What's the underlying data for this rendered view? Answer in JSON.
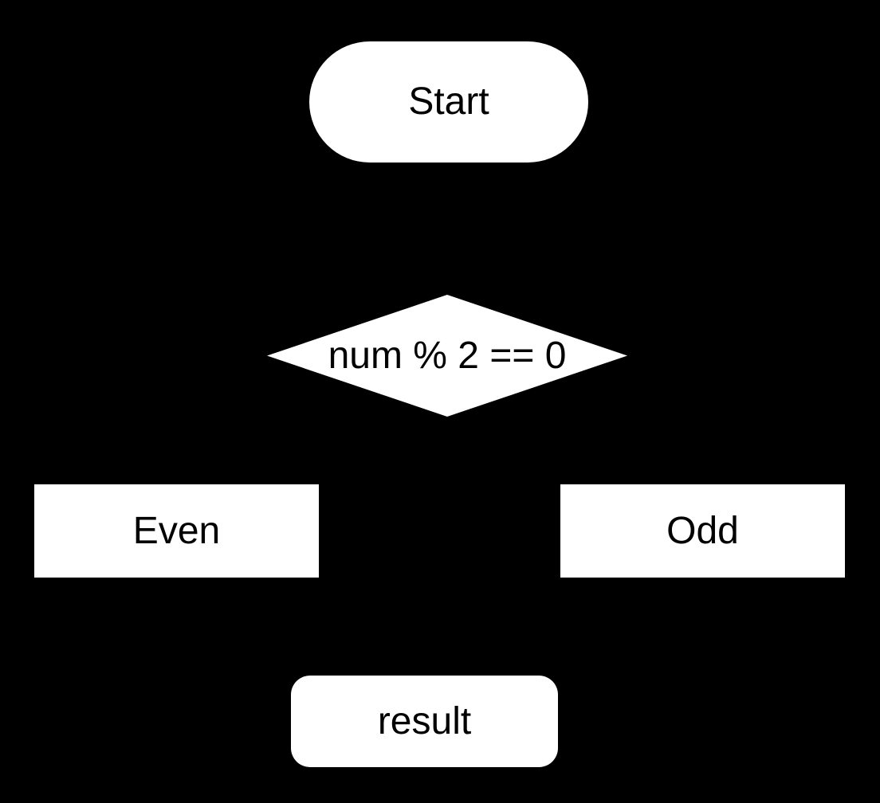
{
  "diagram": {
    "type": "flowchart",
    "background_color": "#000000",
    "node_fill_color": "#ffffff",
    "node_text_color": "#000000",
    "connectors_visible": false,
    "nodes": [
      {
        "id": "start",
        "shape": "stadium",
        "label": "Start"
      },
      {
        "id": "decision",
        "shape": "diamond",
        "label": "num % 2 == 0"
      },
      {
        "id": "even",
        "shape": "rectangle",
        "label": "Even"
      },
      {
        "id": "odd",
        "shape": "rectangle",
        "label": "Odd"
      },
      {
        "id": "result",
        "shape": "rounded-rectangle",
        "label": "result"
      }
    ]
  }
}
